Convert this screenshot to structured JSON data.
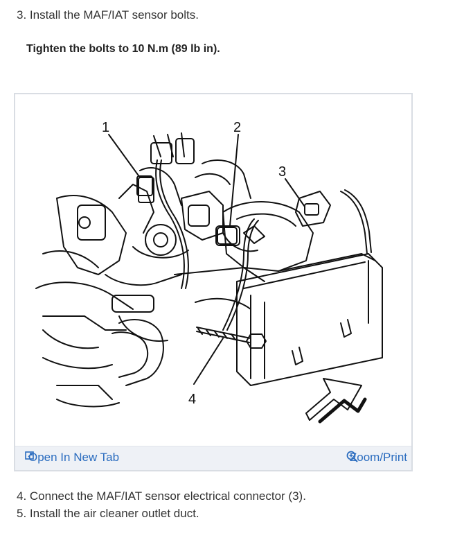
{
  "steps": {
    "step3": "3. Install the MAF/IAT sensor bolts.",
    "note": "Tighten the bolts to 10 N.m (89 lb in).",
    "step4": "4. Connect the MAF/IAT sensor electrical connector (3).",
    "step5": "5. Install the air cleaner outlet duct."
  },
  "figure": {
    "callouts": [
      "1",
      "2",
      "3",
      "4"
    ],
    "toolbar": {
      "open_label": "Open In New Tab",
      "zoom_label": "Zoom/Print"
    }
  },
  "icons": {
    "open": "open-new-tab-icon",
    "zoom": "zoom-icon"
  },
  "colors": {
    "link": "#2a6cbf",
    "toolbar_bg": "#eef1f6",
    "text": "#333333"
  }
}
